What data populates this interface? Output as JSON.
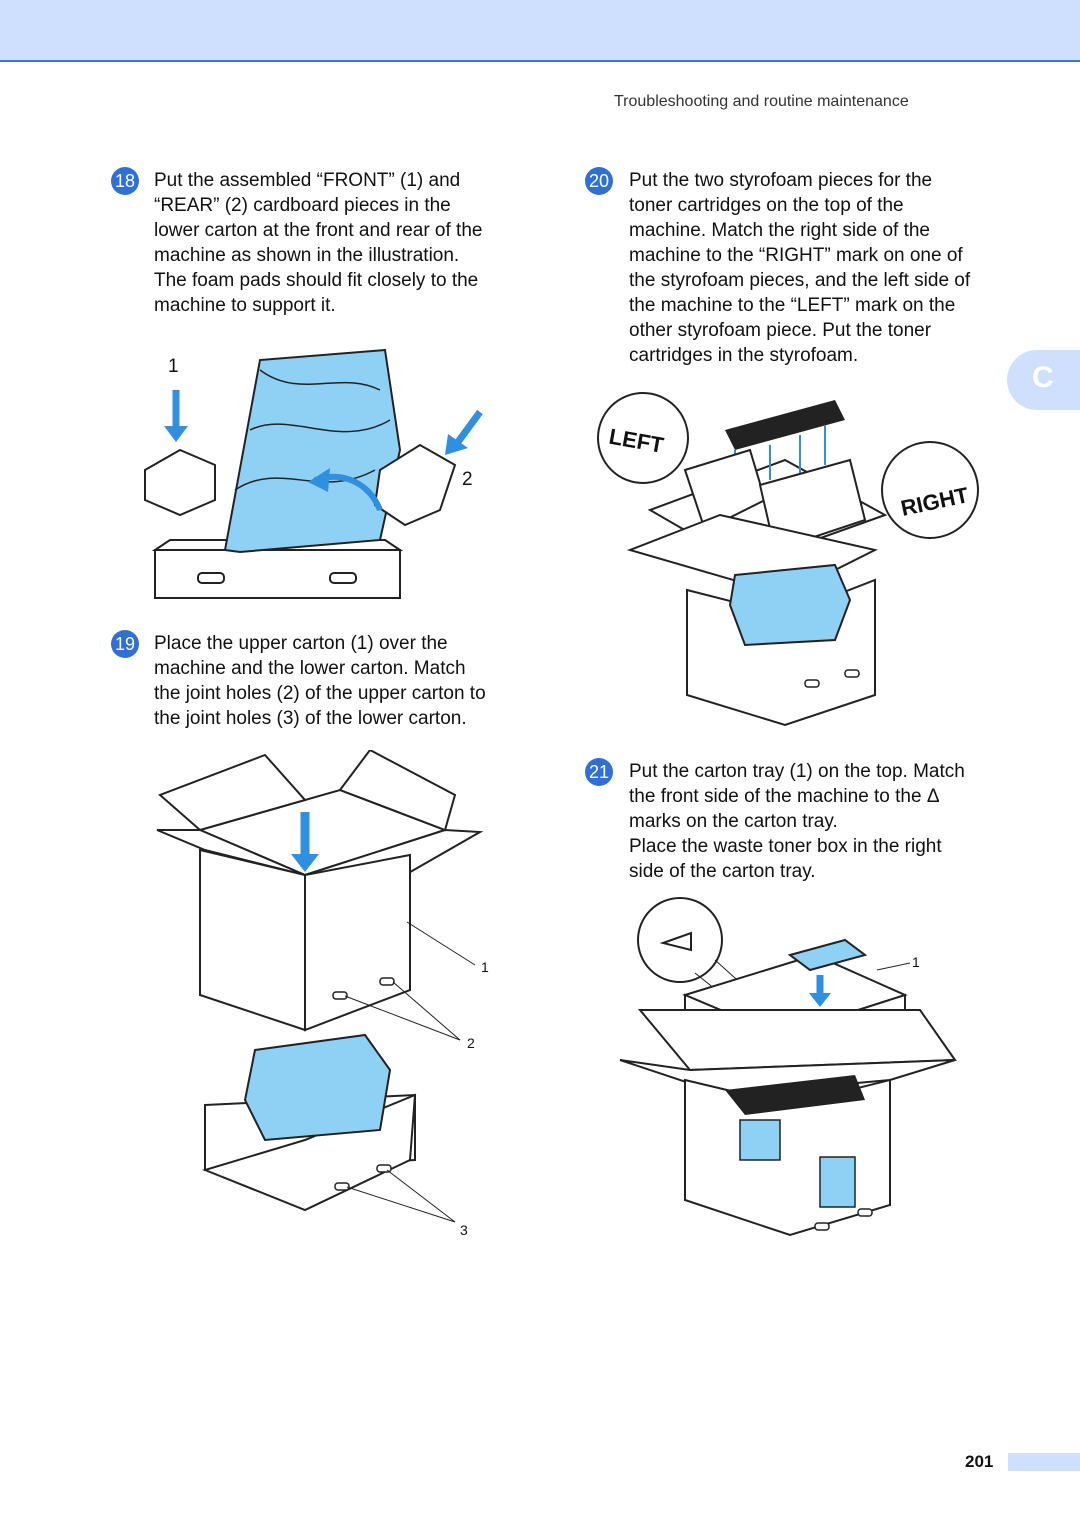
{
  "header": {
    "section": "Troubleshooting and routine maintenance"
  },
  "tab": {
    "letter": "C"
  },
  "steps": [
    {
      "number": "18",
      "lines": [
        "Put the assembled “FRONT” (1) and",
        "“REAR” (2) cardboard pieces in the",
        "lower carton at the front and rear of the",
        "machine as shown in the illustration.",
        "The foam pads should fit closely to the",
        "machine to support it."
      ]
    },
    {
      "number": "19",
      "lines": [
        "Place the upper carton (1) over the",
        "machine and the lower carton. Match",
        "the joint holes (2) of the upper carton to",
        "the joint holes (3) of the lower carton."
      ]
    },
    {
      "number": "20",
      "lines": [
        "Put the two styrofoam pieces for the",
        "toner cartridges on the top of the",
        "machine. Match the right side of the",
        "machine to the “RIGHT” mark on one of",
        "the styrofoam pieces, and the left side of",
        "the machine to the “LEFT” mark on the",
        "other styrofoam piece. Put the toner",
        "cartridges in the styrofoam."
      ]
    },
    {
      "number": "21",
      "lines": [
        "Put the carton tray (1) on the top. Match",
        "the front side of the machine to the Δ",
        "marks on the carton tray.",
        "Place the waste toner box in the right",
        "side of the carton tray."
      ]
    }
  ],
  "figures": {
    "fig18": {
      "callouts": [
        "1",
        "2"
      ]
    },
    "fig19": {
      "callouts": [
        "1",
        "2",
        "3"
      ]
    },
    "fig20": {
      "marks": [
        "LEFT",
        "RIGHT"
      ]
    },
    "fig21": {
      "callouts": [
        "1"
      ]
    }
  },
  "footer": {
    "page_number": "201"
  },
  "colors": {
    "accent": "#2f6fd6",
    "band": "#cfe0ff",
    "machine": "#8fd0f5"
  }
}
